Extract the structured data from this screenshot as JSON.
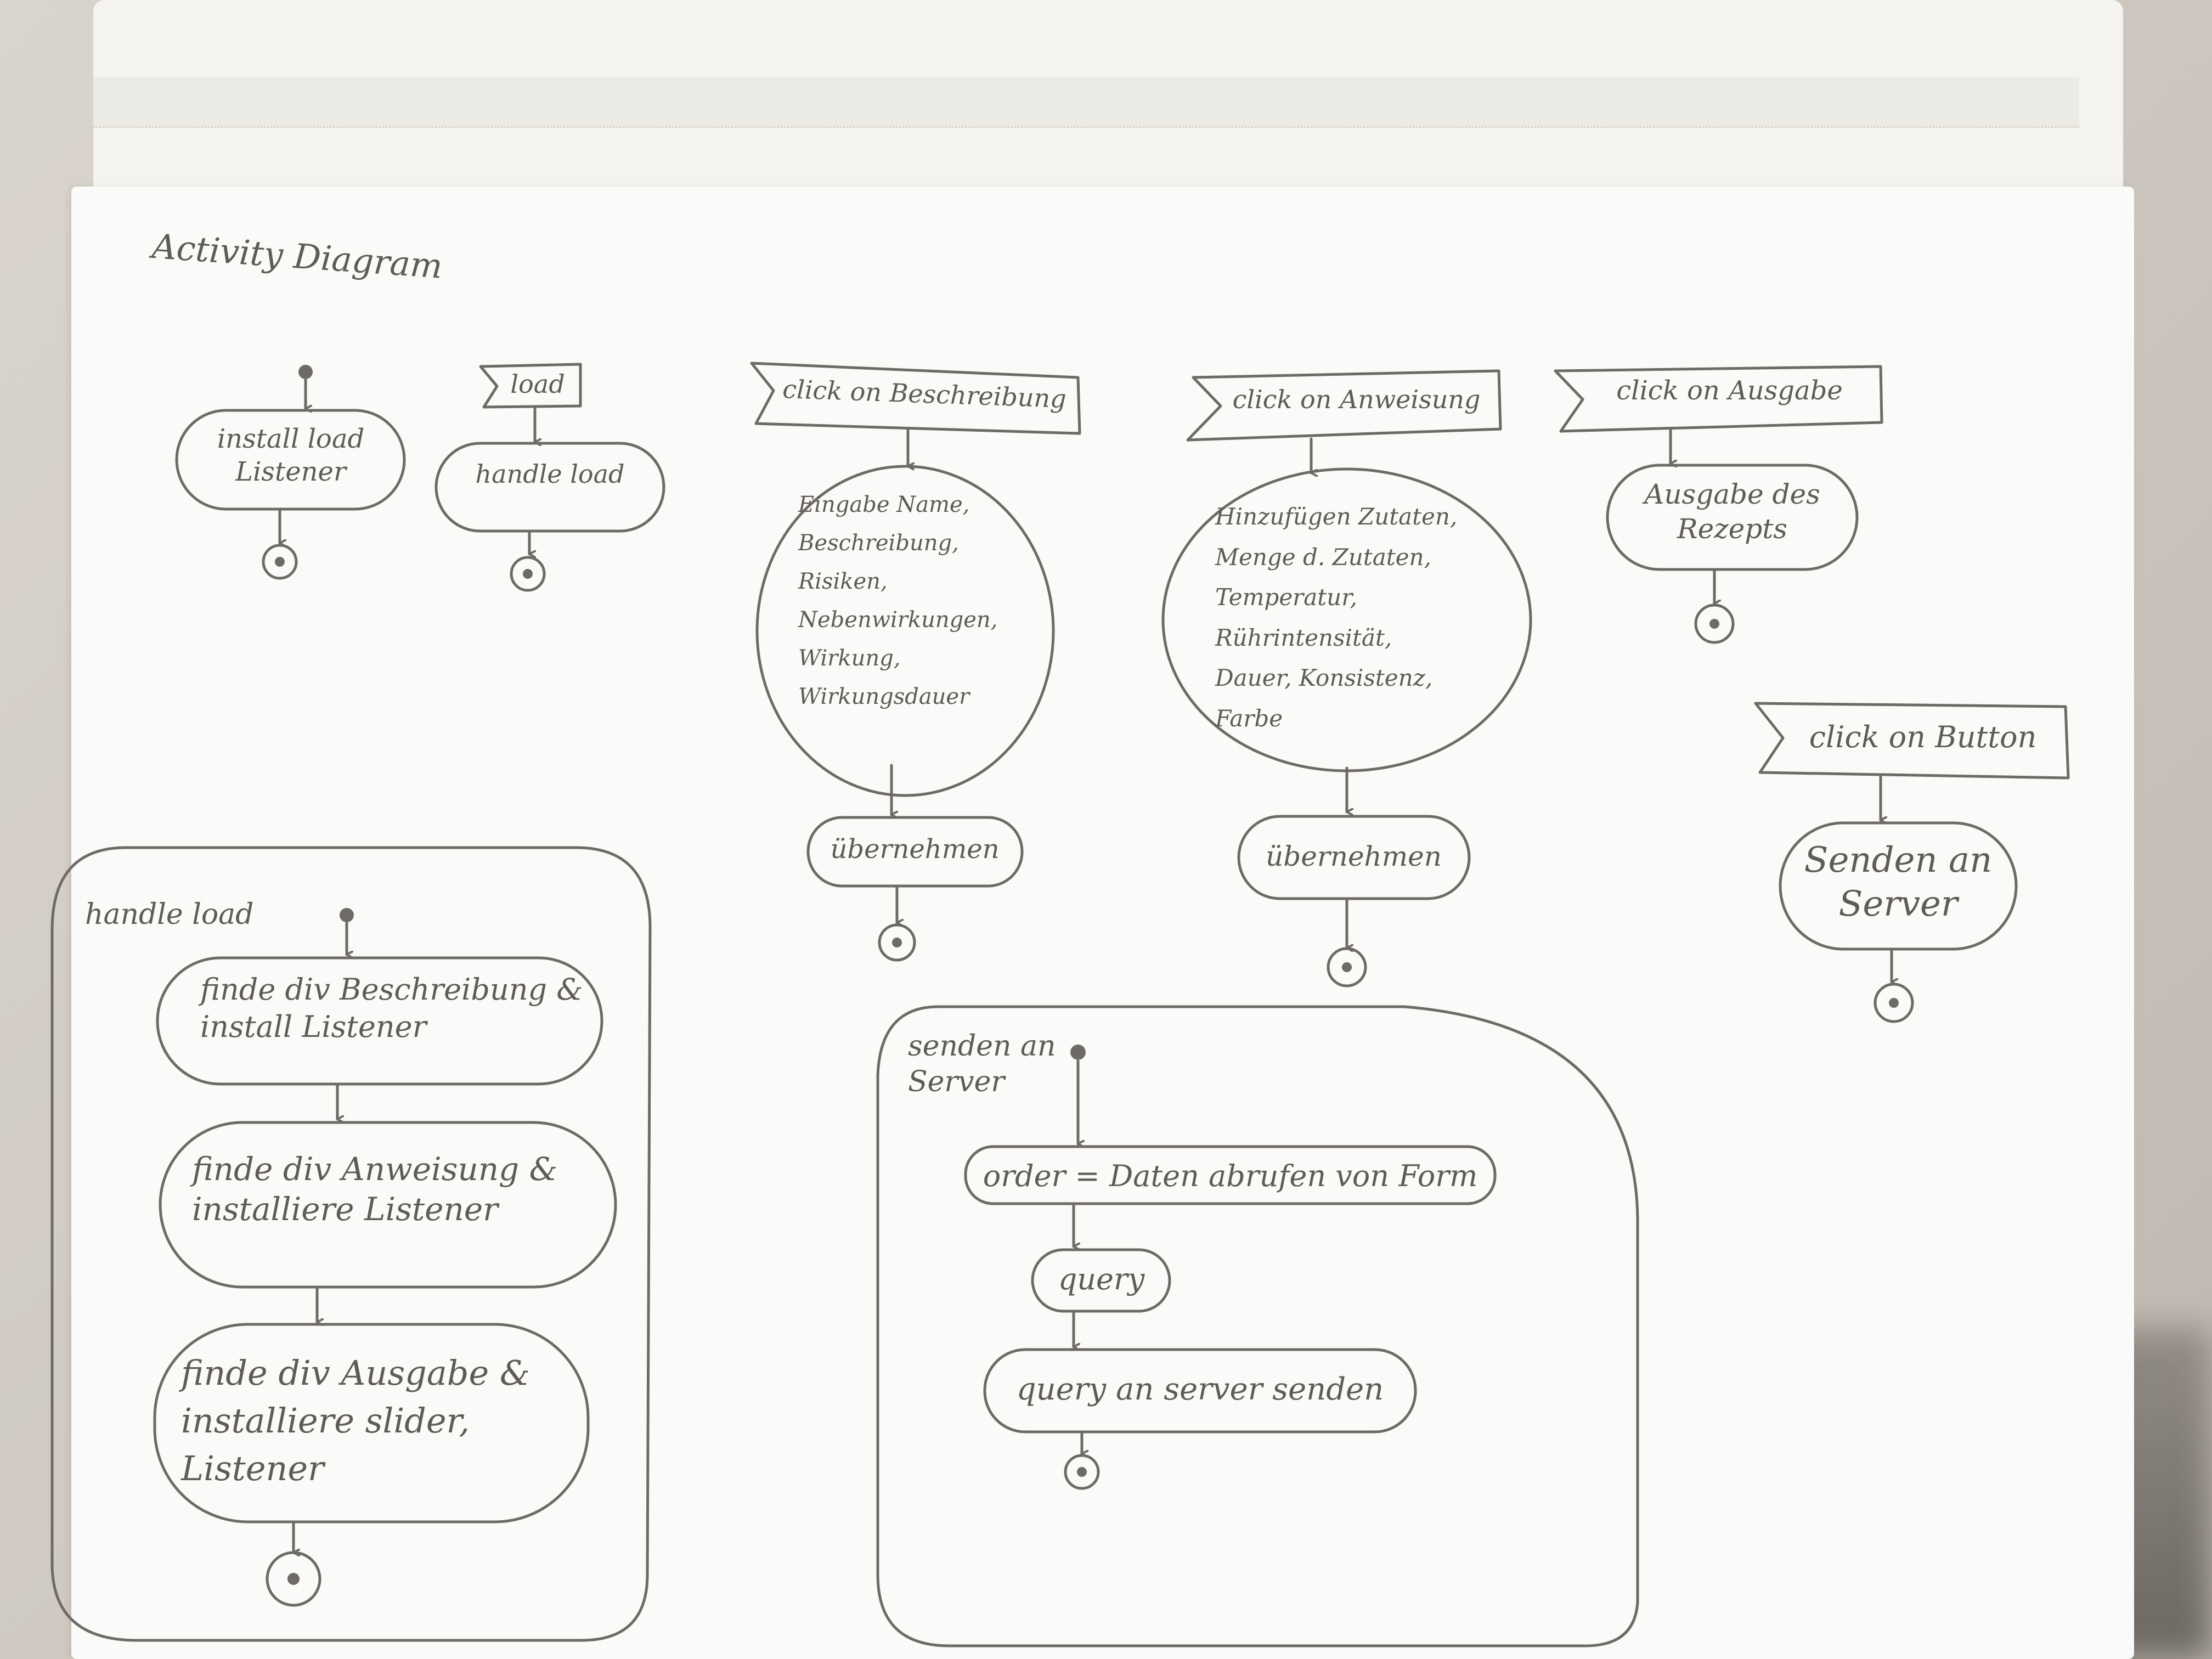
{
  "title": "Activity Diagram",
  "flows": {
    "install": {
      "action": "install load\nListener"
    },
    "load": {
      "signal": "load",
      "action": "handle load"
    },
    "beschreibung": {
      "signal": "click on Beschreibung",
      "action": "Eingabe Name,\nBeschreibung,\nRisiken,\nNebenwirkungen,\nWirkung,\nWirkungsdauer",
      "action2": "übernehmen"
    },
    "anweisung": {
      "signal": "click on Anweisung",
      "action": "Hinzufügen Zutaten,\nMenge d. Zutaten,\nTemperatur,\nRührintensität,\nDauer, Konsistenz,\nFarbe",
      "action2": "übernehmen"
    },
    "ausgabe": {
      "signal": "click on Ausgabe",
      "action": "Ausgabe des\nRezepts"
    },
    "button": {
      "signal": "click on Button",
      "action": "Senden an\nServer"
    },
    "handle_load": {
      "label": "handle load",
      "actions": [
        "finde div Beschreibung &\ninstall Listener",
        "finde div Anweisung &\ninstalliere Listener",
        "finde div Ausgabe &\ninstalliere slider,\nListener"
      ]
    },
    "senden": {
      "label": "senden an\nServer",
      "actions": [
        "order = Daten abrufen von Form",
        "query",
        "query an server senden"
      ]
    }
  }
}
